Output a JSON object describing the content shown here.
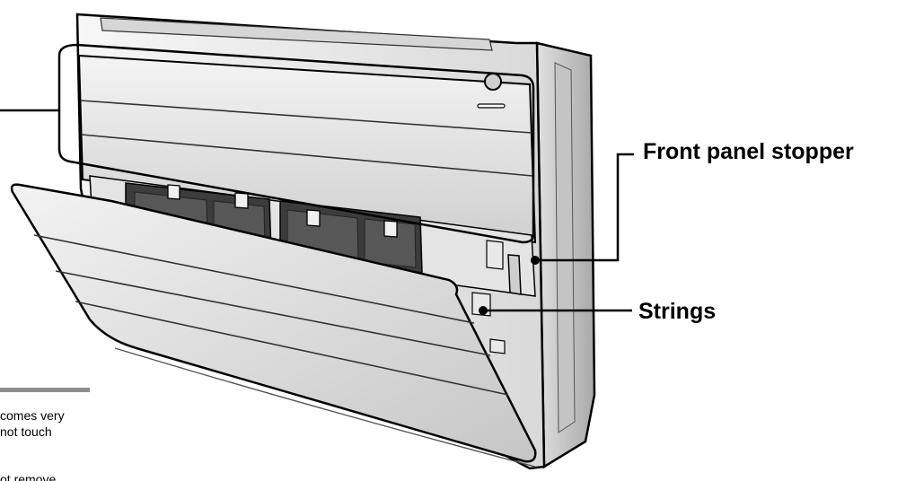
{
  "callouts": {
    "front_panel_stopper": "Front panel stopper",
    "strings": "Strings"
  },
  "side_note": {
    "line1": "comes very",
    "line2": "not touch",
    "line3": "ot remove"
  },
  "colors": {
    "outline": "#000000",
    "unit_body": "#f2f2f2",
    "unit_shadow": "#bdbdbd",
    "filter_dark": "#3c3c3c",
    "rule_gray": "#8c8c8c"
  },
  "icons": {
    "indicator": "round-indicator-icon"
  }
}
